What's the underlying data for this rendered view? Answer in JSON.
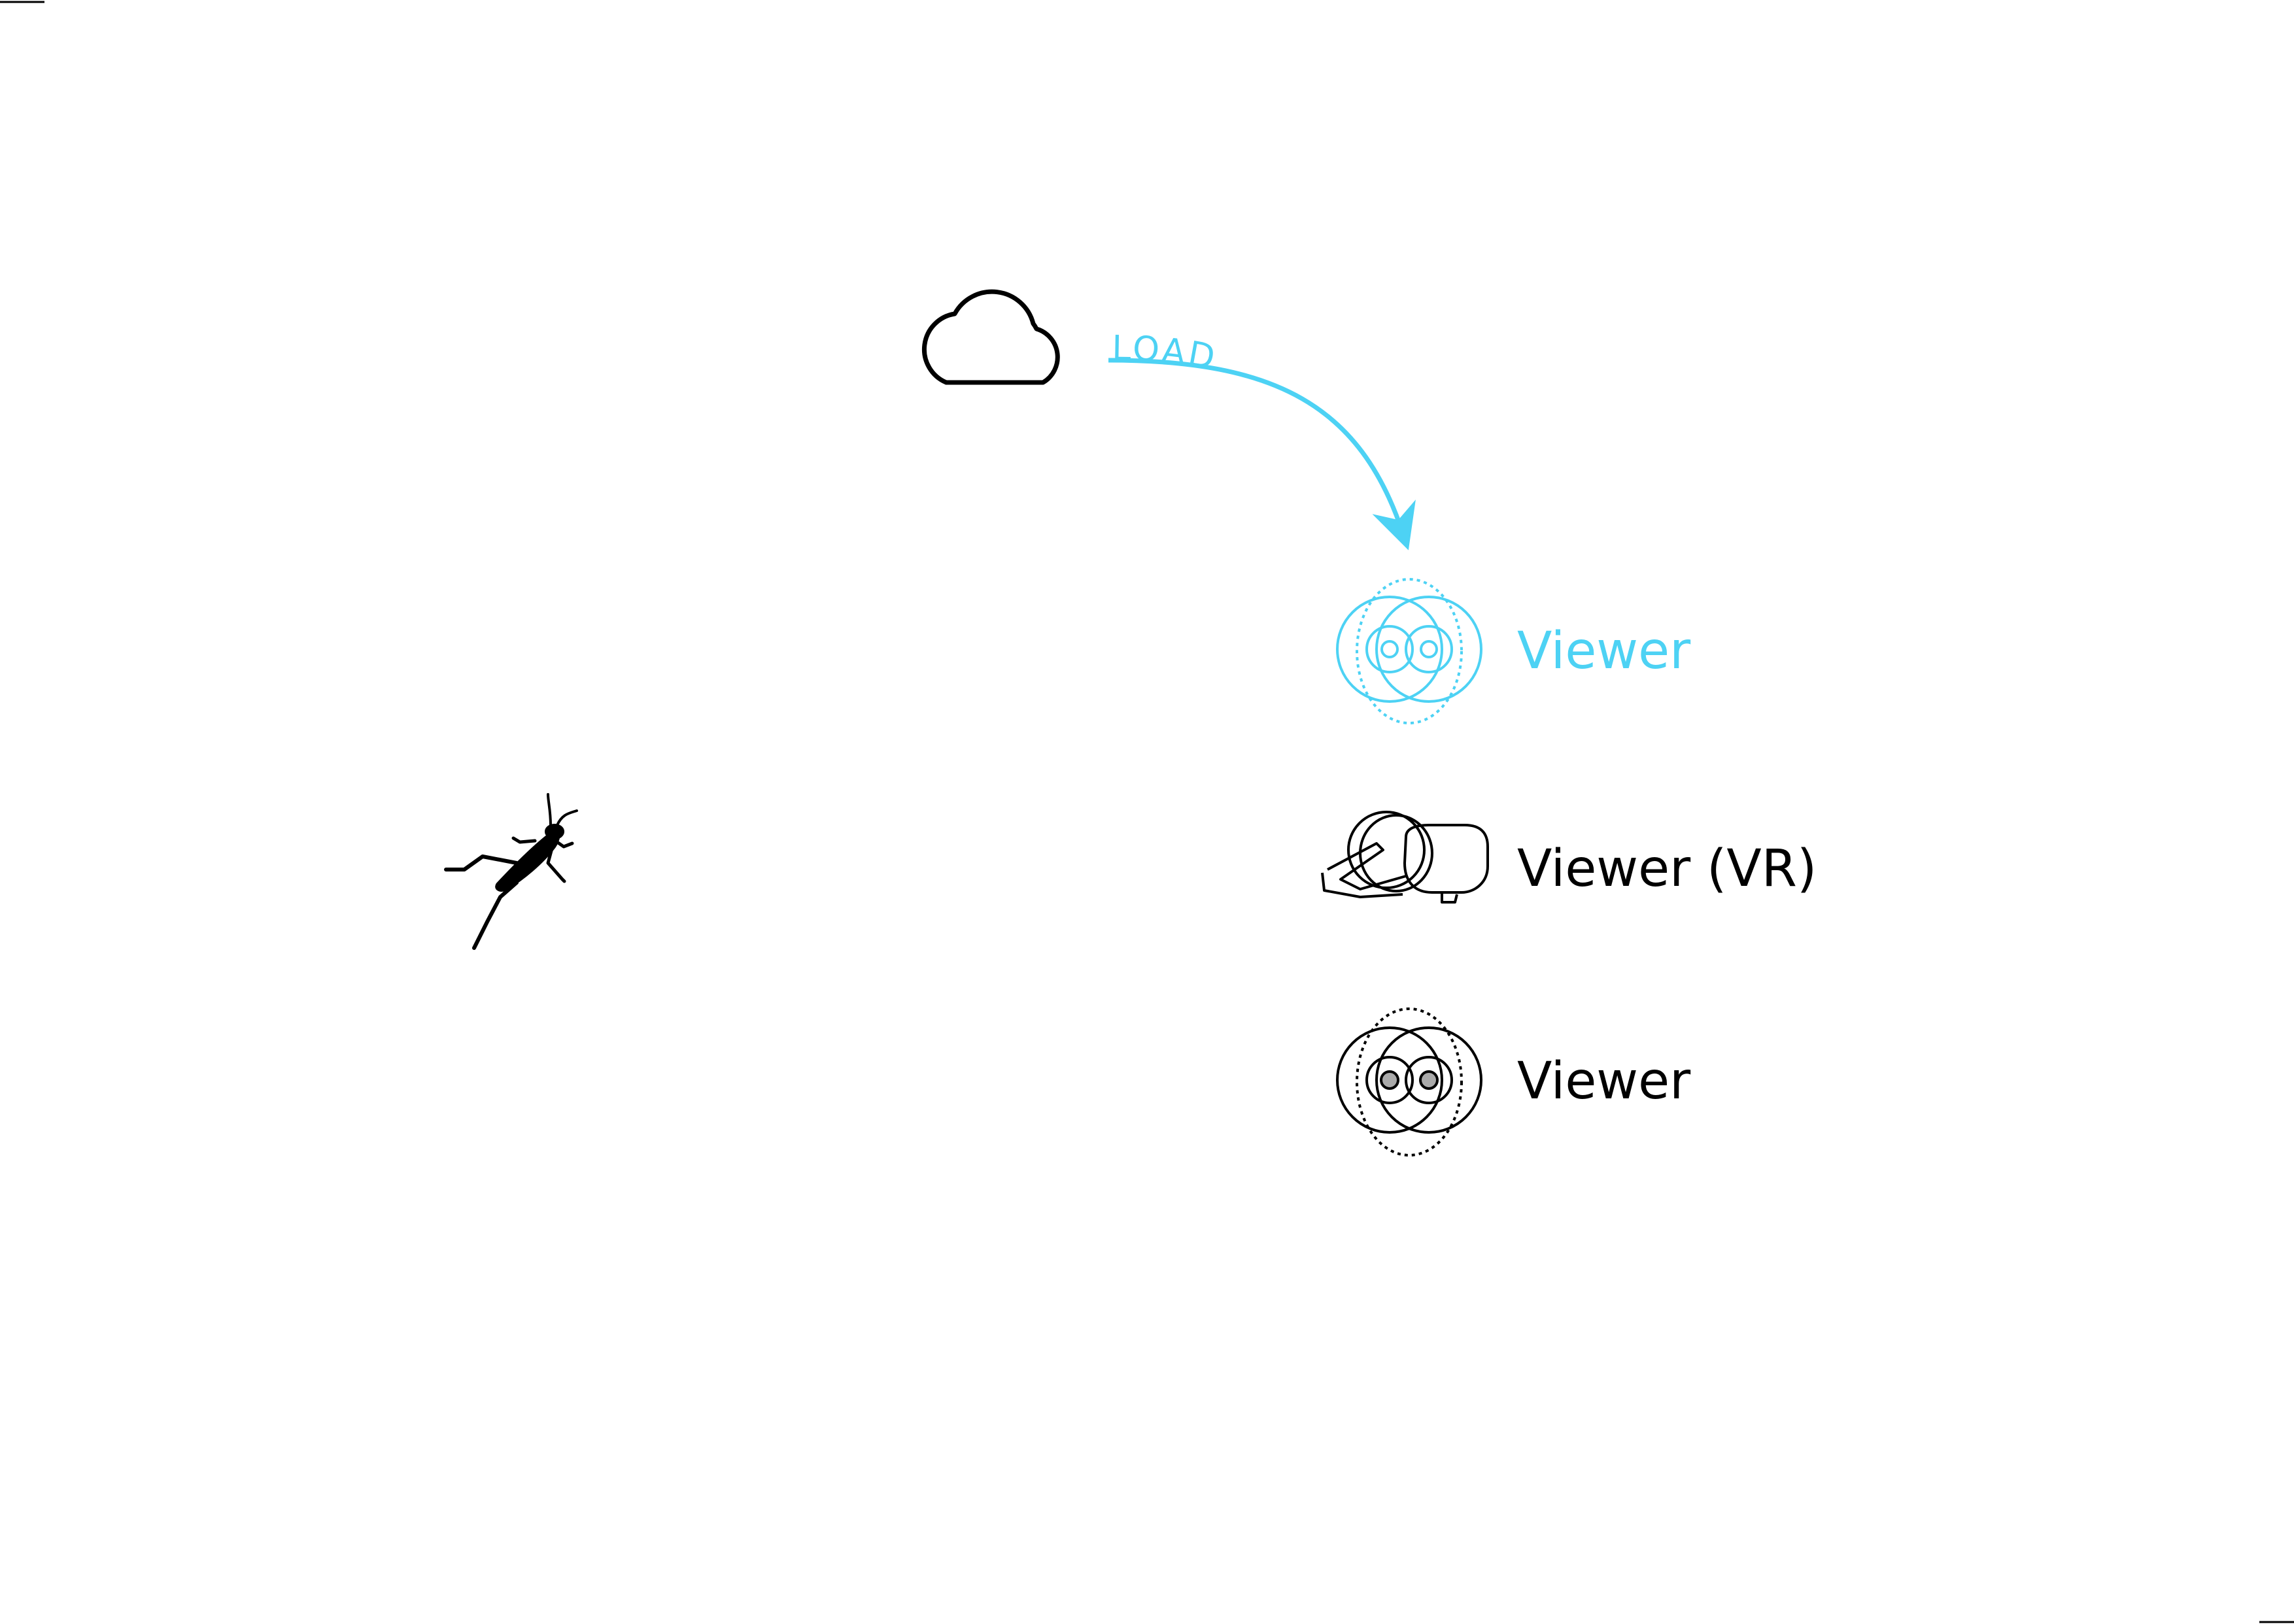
{
  "colors": {
    "accent": "#4dd2f4",
    "ink": "#000000",
    "background": "#ffffff",
    "fill_grey": "#aaaaaa"
  },
  "icons": {
    "source": "cloud-icon",
    "plugin": "grasshopper-icon",
    "viewer_active": "viewer-eyes-icon",
    "viewer_vr": "vr-headset-icon",
    "viewer": "viewer-eyes-icon"
  },
  "diagram": {
    "arrow_label": "LOAD",
    "items": [
      {
        "label": "Viewer",
        "active": true
      },
      {
        "label": "Viewer (VR)",
        "active": false
      },
      {
        "label": "Viewer",
        "active": false
      }
    ]
  }
}
